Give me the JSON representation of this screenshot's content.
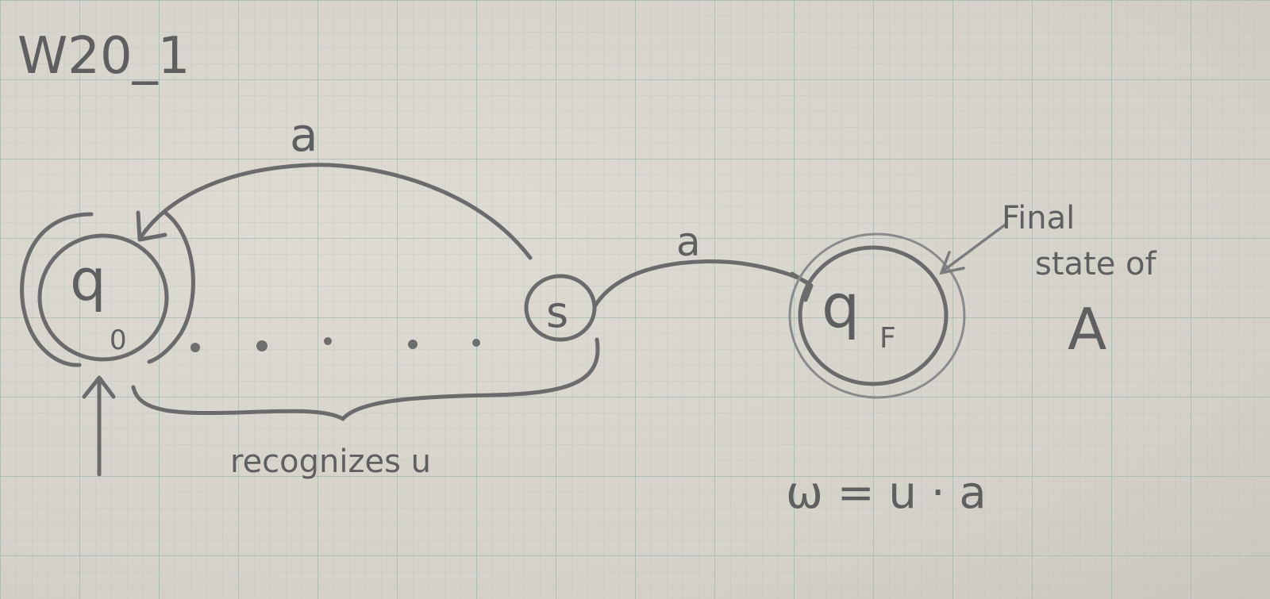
{
  "heading": "W20_1",
  "states": {
    "initial": {
      "main": "q",
      "sub": "0"
    },
    "middle": {
      "label": "s"
    },
    "final": {
      "main": "q",
      "sub": "F"
    }
  },
  "transitions": {
    "s_to_q0": "a",
    "s_to_qF": "a"
  },
  "annotations": {
    "brace_label": "recognizes u",
    "final_note_line1": "Final",
    "final_note_line2": "state of",
    "automaton": "A",
    "equation": "ω = u · a"
  }
}
